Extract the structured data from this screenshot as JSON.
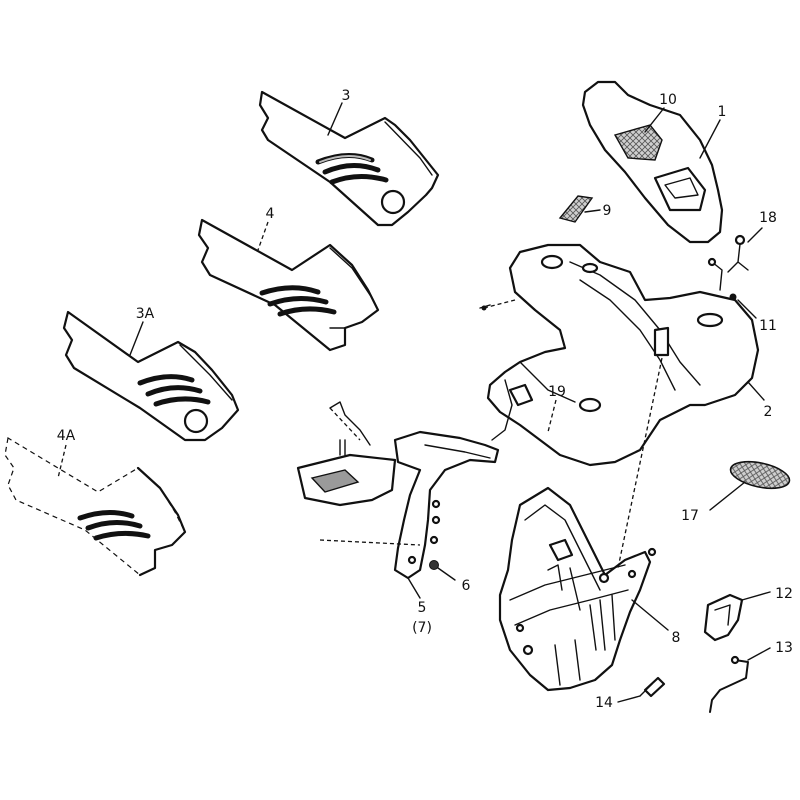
{
  "labels": {
    "p1": "1",
    "p2": "2",
    "p3": "3",
    "p3a": "3A",
    "p4": "4",
    "p4a": "4A",
    "p5": "5",
    "p5_sub": "(7)",
    "p6": "6",
    "p8": "8",
    "p9": "9",
    "p10": "10",
    "p11": "11",
    "p12": "12",
    "p13": "13",
    "p14": "14",
    "p17": "17",
    "p18": "18",
    "p19": "19"
  }
}
